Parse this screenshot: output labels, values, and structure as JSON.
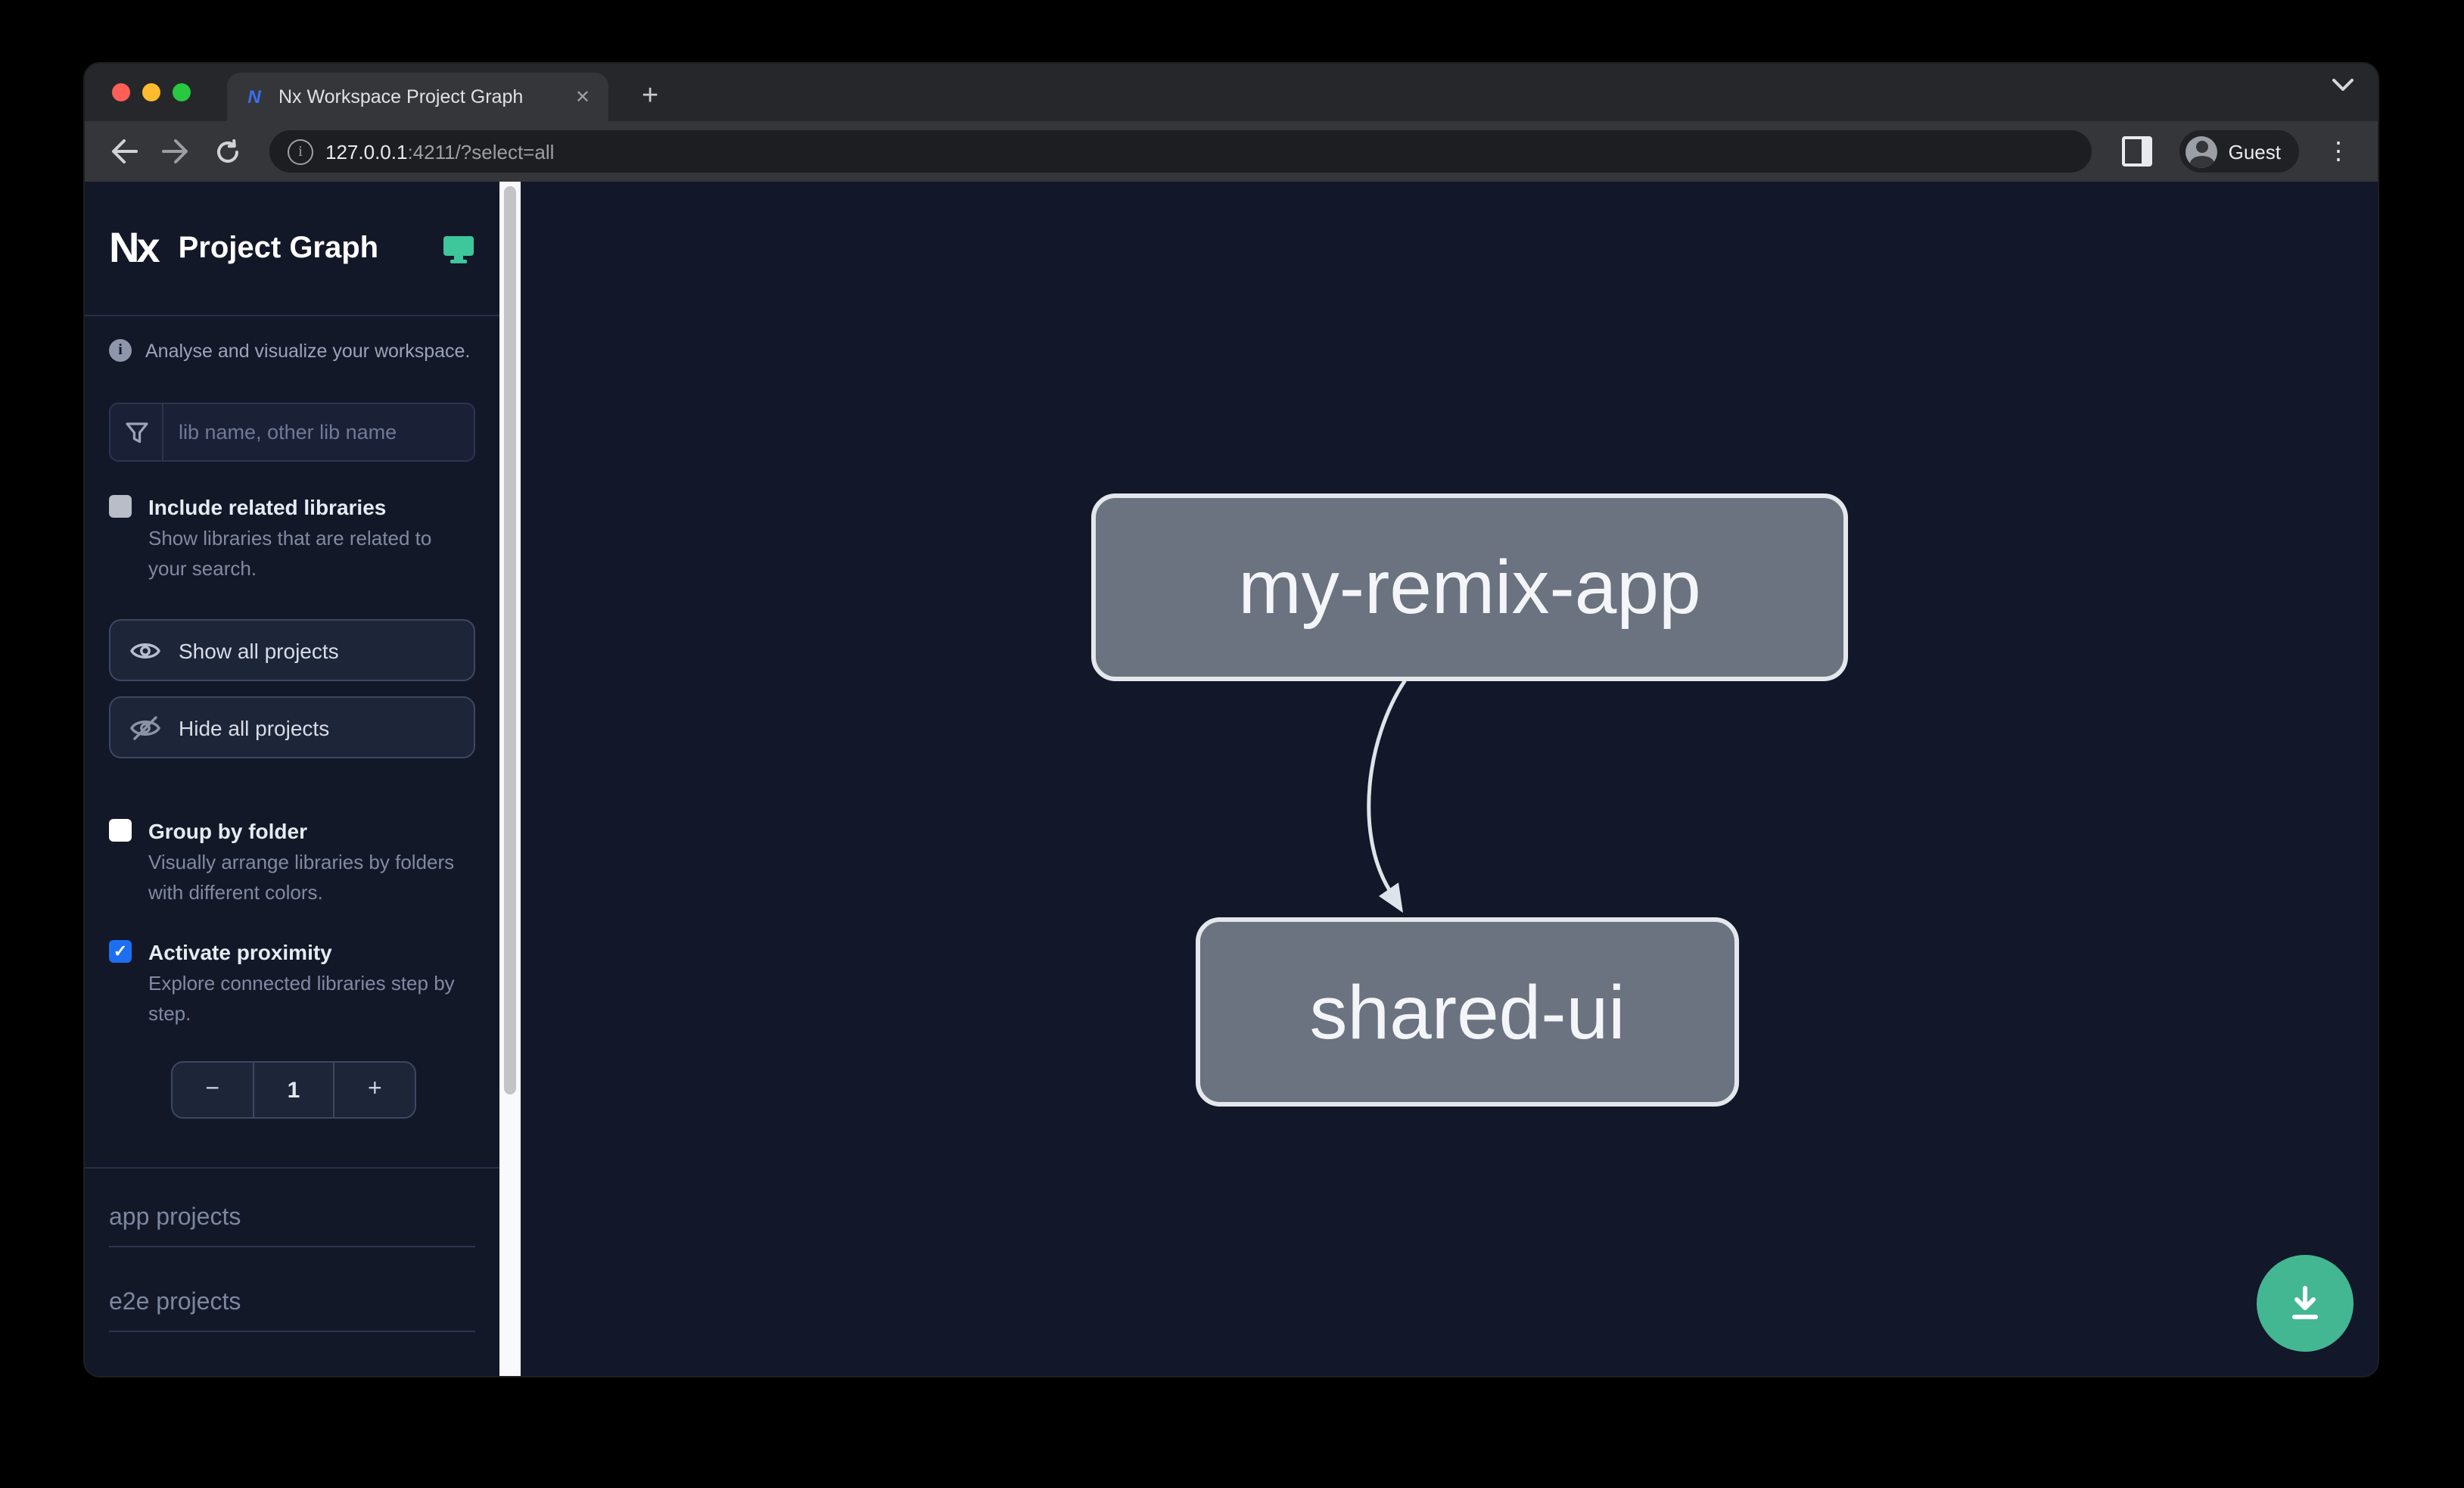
{
  "browser": {
    "tab_title": "Nx Workspace Project Graph",
    "url": {
      "host": "127.0.0.1",
      "rest": ":4211/?select=all"
    },
    "profile_label": "Guest",
    "glyphs": {
      "close": "✕",
      "new_tab": "+",
      "menu": "⋮"
    }
  },
  "sidebar": {
    "brand": {
      "logo_text": "Nx",
      "title": "Project Graph"
    },
    "tagline": "Analyse and visualize your workspace.",
    "filter": {
      "placeholder": "lib name, other lib name",
      "value": ""
    },
    "include_related": {
      "label": "Include related libraries",
      "description": "Show libraries that are related to your search.",
      "checked": false
    },
    "buttons": {
      "show_all": "Show all projects",
      "hide_all": "Hide all projects"
    },
    "group_by_folder": {
      "label": "Group by folder",
      "description": "Visually arrange libraries by folders with different colors.",
      "checked": false
    },
    "proximity": {
      "label": "Activate proximity",
      "description": "Explore connected libraries step by step.",
      "checked": true,
      "check_glyph": "✓"
    },
    "stepper": {
      "decrement": "−",
      "value": "1",
      "increment": "+"
    },
    "sections": [
      {
        "label": "app projects"
      },
      {
        "label": "e2e projects"
      }
    ]
  },
  "graph": {
    "nodes": [
      {
        "id": "my-remix-app"
      },
      {
        "id": "shared-ui"
      }
    ],
    "edges": [
      {
        "source": "my-remix-app",
        "target": "shared-ui"
      }
    ]
  },
  "colors": {
    "accent_green": "#42b791",
    "checkbox_blue": "#1d6ff2",
    "node_fill": "#6b7280",
    "node_border": "#e4e7eb",
    "sidebar_bg": "#131829",
    "canvas_bg": "#121729"
  }
}
